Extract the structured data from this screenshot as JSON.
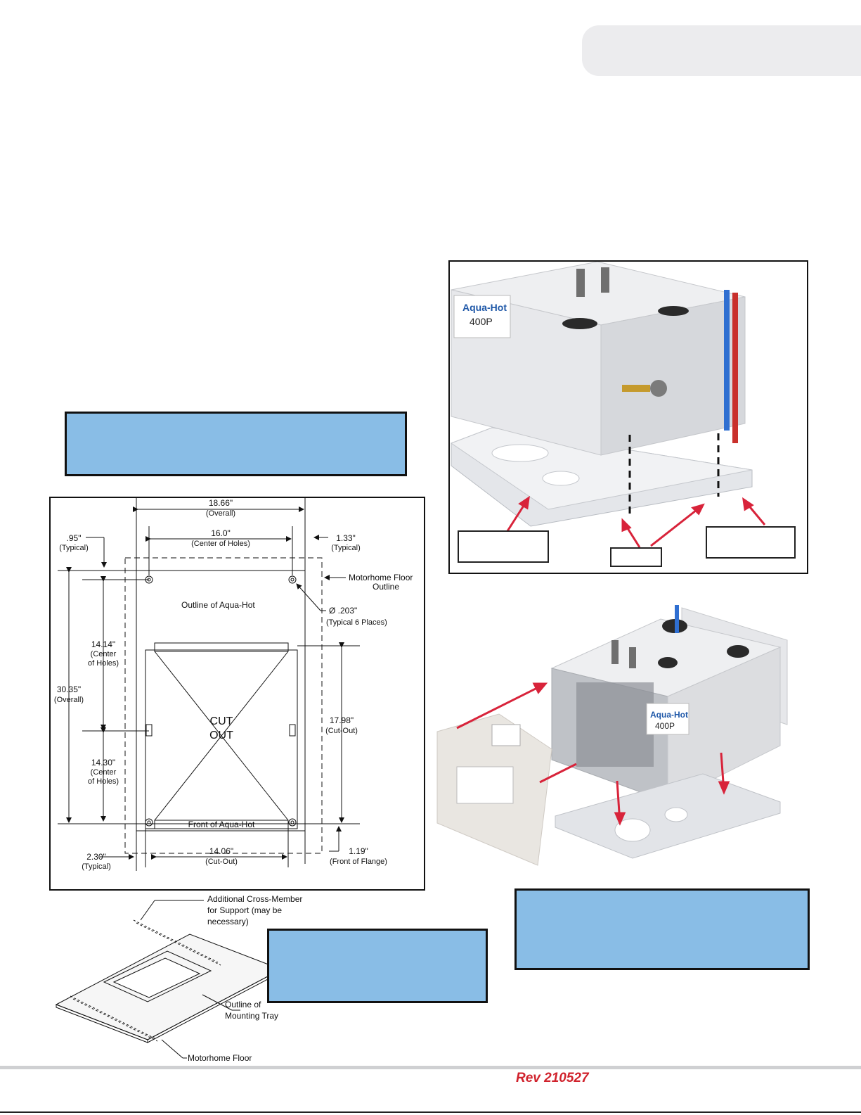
{
  "drawing": {
    "dim_overall_width": "18.66\"",
    "dim_overall_width_note": "(Overall)",
    "dim_center_holes_width": "16.0\"",
    "dim_center_holes_width_note": "(Center of Holes)",
    "dim_left_margin": ".95\"",
    "dim_left_margin_note": "(Typical)",
    "dim_right_margin": "1.33\"",
    "dim_right_margin_note": "(Typical)",
    "motorhome_floor_outline": "Motorhome Floor",
    "motorhome_floor_outline_2": "Outline",
    "outline_aquahot": "Outline of Aqua-Hot",
    "hole_diameter": "Ø .203\"",
    "hole_diameter_note": "(Typical 6 Places)",
    "dim_upper_holes": "14.14\"",
    "dim_upper_holes_note_1": "(Center",
    "dim_upper_holes_note_2": "of Holes)",
    "dim_overall_height": "30.35\"",
    "dim_overall_height_note": "(Overall)",
    "cut_out_1": "CUT",
    "cut_out_2": "OUT",
    "dim_cutout_height": "17.98\"",
    "dim_cutout_height_note": "(Cut-Out)",
    "dim_lower_holes": "14.30\"",
    "dim_lower_holes_note_1": "(Center",
    "dim_lower_holes_note_2": "of Holes)",
    "front_of_aquahot": "Front of Aqua-Hot",
    "dim_bottom_left": "2.30\"",
    "dim_bottom_left_note": "(Typical)",
    "dim_cutout_width": "14.06\"",
    "dim_cutout_width_note": "(Cut-Out)",
    "dim_front_flange": "1.19\"",
    "dim_front_flange_note": "(Front of Flange)"
  },
  "iso": {
    "cross_member_1": "Additional Cross-Member",
    "cross_member_2": "for Support (may be",
    "cross_member_3": "necessary)",
    "tray_outline_1": "Outline of",
    "tray_outline_2": "Mounting Tray",
    "floor": "Motorhome Floor"
  },
  "photo": {
    "brand": "Aqua-Hot",
    "model": "400P"
  },
  "footer": {
    "revision": "Rev 210527"
  }
}
